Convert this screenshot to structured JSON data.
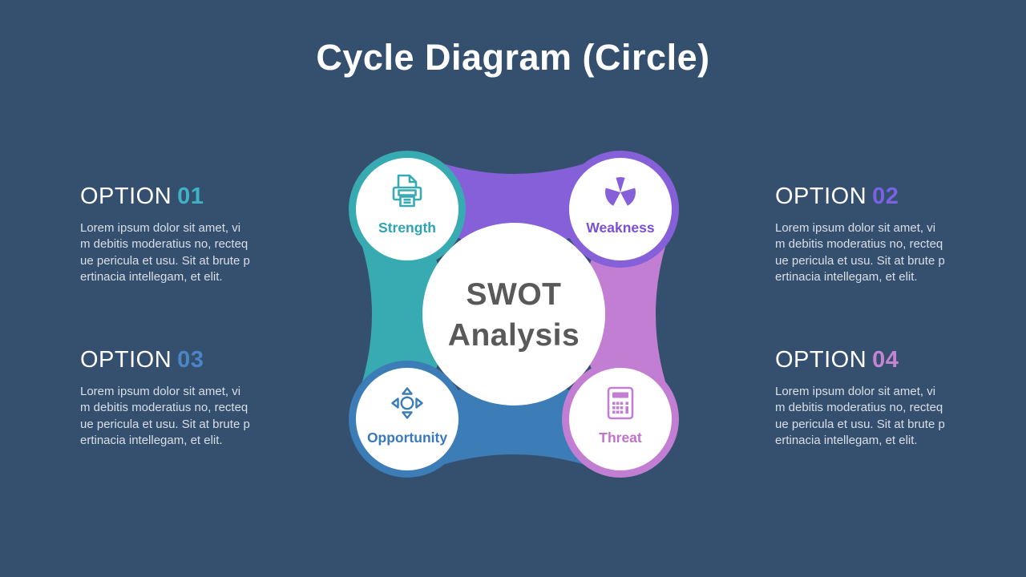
{
  "slide": {
    "title": "Cycle Diagram (Circle)",
    "background_color": "#35506E"
  },
  "diagram": {
    "center": {
      "line1": "SWOT",
      "line2": "Analysis",
      "text_color": "#595959"
    },
    "nodes": [
      {
        "label": "Strength",
        "icon": "printer-icon",
        "color": "#38AAB2",
        "label_color": "#2EA3B2",
        "position": "top-left"
      },
      {
        "label": "Weakness",
        "icon": "radiation-icon",
        "color": "#8660D8",
        "label_color": "#7A50D6",
        "position": "top-right"
      },
      {
        "label": "Opportunity",
        "icon": "move-arrows-icon",
        "color": "#3C7CB7",
        "label_color": "#3879BD",
        "position": "bottom-left"
      },
      {
        "label": "Threat",
        "icon": "calculator-icon",
        "color": "#C27ED2",
        "label_color": "#C172CE",
        "position": "bottom-right"
      }
    ]
  },
  "options": [
    {
      "label": "OPTION",
      "number": "01",
      "number_color": "#3FB2C6",
      "body": "Lorem ipsum dolor sit amet, vi\nm debitis moderatius no, recteq\nue pericula et usu. Sit at brute p\nertinacia intellegam, et elit."
    },
    {
      "label": "OPTION",
      "number": "02",
      "number_color": "#7A62E2",
      "body": "Lorem ipsum dolor sit amet, vi\nm debitis moderatius no, recteq\nue pericula et usu. Sit at brute p\nertinacia intellegam, et elit."
    },
    {
      "label": "OPTION",
      "number": "03",
      "number_color": "#4A86C6",
      "body": "Lorem ipsum dolor sit amet, vi\nm debitis moderatius no, recteq\nue pericula et usu. Sit at brute p\nertinacia intellegam, et elit."
    },
    {
      "label": "OPTION",
      "number": "04",
      "number_color": "#C584D2",
      "body": "Lorem ipsum dolor sit amet, vi\nm debitis moderatius no, recteq\nue pericula et usu. Sit at brute p\nertinacia intellegam, et elit."
    }
  ]
}
